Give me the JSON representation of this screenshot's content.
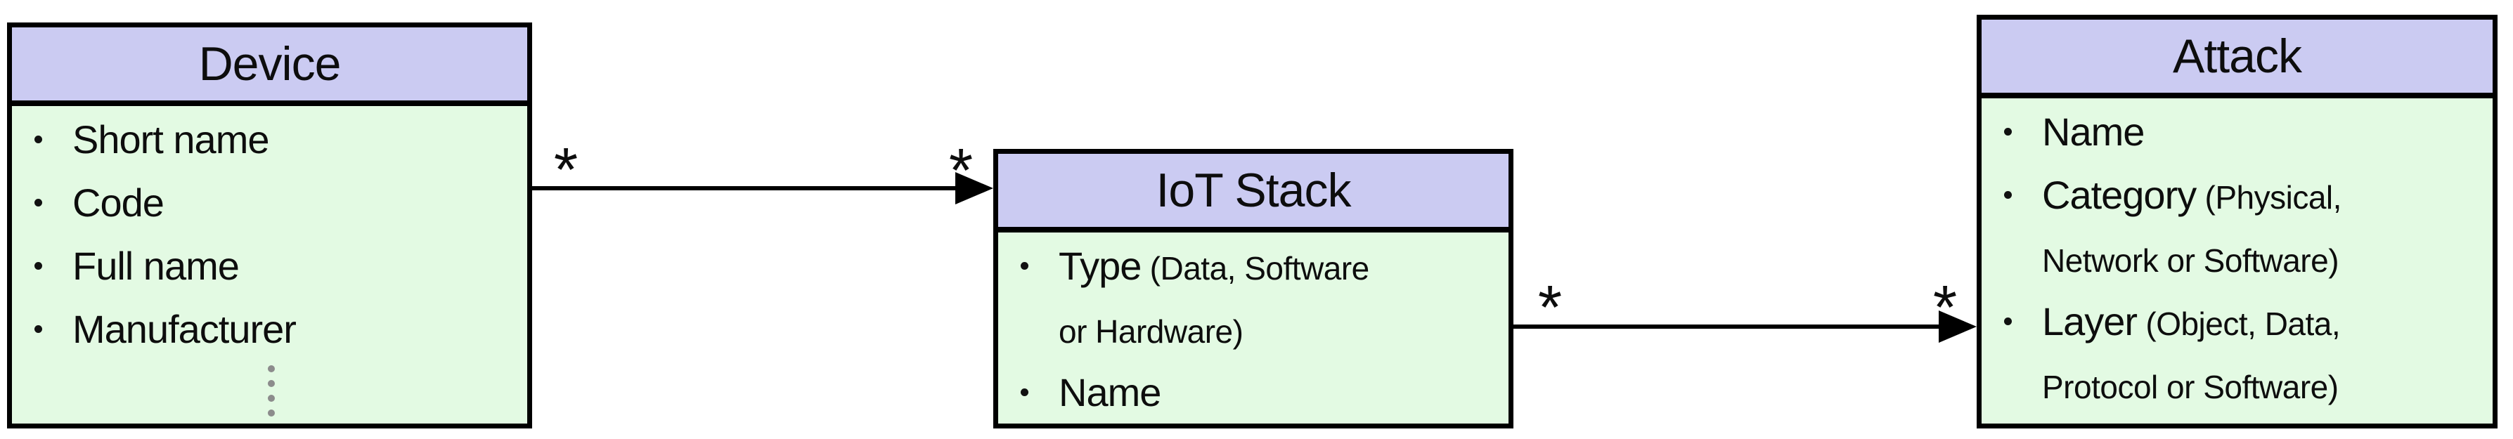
{
  "diagram": {
    "background": "#ffffff",
    "colors": {
      "header_fill": "#cbcbf2",
      "body_fill": "#e3fae3",
      "border": "#000000",
      "text": "#0d0d0d",
      "ellipsis_dots": "#8c8c8c"
    },
    "entities": [
      {
        "id": "device",
        "title": "Device",
        "rows": [
          {
            "type": "attribute",
            "bullet": true,
            "main": "Short name",
            "small": ""
          },
          {
            "type": "attribute",
            "bullet": true,
            "main": "Code",
            "small": ""
          },
          {
            "type": "attribute",
            "bullet": true,
            "main": "Full name",
            "small": ""
          },
          {
            "type": "attribute",
            "bullet": true,
            "main": "Manufacturer",
            "small": ""
          },
          {
            "type": "ellipsis",
            "symbol": "⋮"
          }
        ]
      },
      {
        "id": "iot-stack",
        "title": "IoT Stack",
        "rows": [
          {
            "type": "attribute",
            "bullet": true,
            "main": "Type",
            "small": "(Data, Software"
          },
          {
            "type": "continuation",
            "bullet": false,
            "main": "",
            "small": "or Hardware)"
          },
          {
            "type": "attribute",
            "bullet": true,
            "main": "Name",
            "small": ""
          }
        ]
      },
      {
        "id": "attack",
        "title": "Attack",
        "rows": [
          {
            "type": "attribute",
            "bullet": true,
            "main": "Name",
            "small": ""
          },
          {
            "type": "attribute",
            "bullet": true,
            "main": "Category",
            "small": "(Physical,"
          },
          {
            "type": "continuation",
            "bullet": false,
            "main": "",
            "small": "Network or Software)"
          },
          {
            "type": "attribute",
            "bullet": true,
            "main": "Layer",
            "small": "(Object, Data,"
          },
          {
            "type": "continuation",
            "bullet": false,
            "main": "",
            "small": "Protocol or Software)"
          }
        ]
      }
    ],
    "relations": [
      {
        "from": "Device",
        "to": "IoT Stack",
        "source_multiplicity": "*",
        "target_multiplicity": "*",
        "arrow_style": "filled-triangle"
      },
      {
        "from": "IoT Stack",
        "to": "Attack",
        "source_multiplicity": "*",
        "target_multiplicity": "*",
        "arrow_style": "filled-triangle"
      }
    ]
  }
}
